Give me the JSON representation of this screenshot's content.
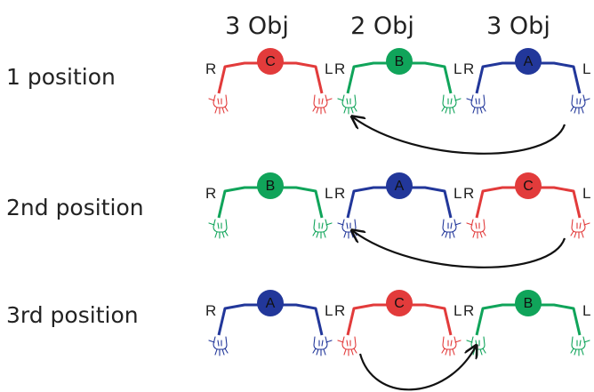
{
  "column_labels": [
    "3 Obj",
    "2 Obj",
    "3 Obj"
  ],
  "rows": [
    {
      "label": "1 position",
      "figures": [
        {
          "letter": "C",
          "color": "red",
          "left": "R",
          "right": "L"
        },
        {
          "letter": "B",
          "color": "green",
          "left": "R",
          "right": "L"
        },
        {
          "letter": "A",
          "color": "blue",
          "left": "R",
          "right": "L"
        }
      ],
      "arrow": "curve-from-third-to-second"
    },
    {
      "label": "2nd position",
      "figures": [
        {
          "letter": "B",
          "color": "green",
          "left": "R",
          "right": "L"
        },
        {
          "letter": "A",
          "color": "blue",
          "left": "R",
          "right": "L"
        },
        {
          "letter": "C",
          "color": "red",
          "left": "R",
          "right": "L"
        }
      ],
      "arrow": "curve-from-third-to-second"
    },
    {
      "label": "3rd position",
      "figures": [
        {
          "letter": "A",
          "color": "blue",
          "left": "R",
          "right": "L"
        },
        {
          "letter": "C",
          "color": "red",
          "left": "R",
          "right": "L"
        },
        {
          "letter": "B",
          "color": "green",
          "left": "R",
          "right": "L"
        }
      ],
      "arrow": "curve-from-second-to-third"
    }
  ],
  "colors": {
    "red": "#e23b3b",
    "green": "#10a45a",
    "blue": "#22379a",
    "arrow": "#111111",
    "text": "#222222"
  }
}
